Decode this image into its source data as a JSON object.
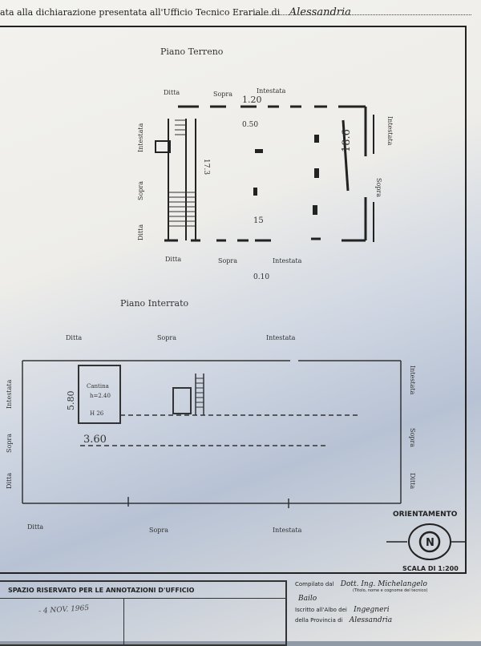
{
  "header": {
    "prefix": "ata alla dichiarazione presentata all'Ufficio Tecnico Erariale di",
    "city": "Alessandria"
  },
  "plan": {
    "ground_floor_title": "Piano Terreno",
    "basement_title": "Piano Interrato",
    "ground": {
      "ditta_left_top": "Ditta",
      "sopra_top": "Sopra",
      "intestata_top": "Intestata",
      "intestata_left": "Intestata",
      "sopra_left": "Sopra",
      "ditta_left": "Ditta",
      "intestata_right": "Intestata",
      "sopra_right": "Sopra",
      "ditta_bottom": "Ditta",
      "sopra_bottom": "Sopra",
      "intestata_bottom": "Intestata",
      "dim_top": "1.20",
      "dim_top2": "0.50",
      "dim_stairs": "17.3",
      "dim_right": "18.6",
      "dim_mid": "15",
      "dim_bottom": "0.10"
    },
    "basement": {
      "ditta_top": "Ditta",
      "sopra_top": "Sopra",
      "intestata_top": "Intestata",
      "ditta_bottom": "Ditta",
      "sopra_bottom": "Sopra",
      "intestata_bottom": "Intestata",
      "ditta_left": "Ditta",
      "sopra_left": "Sopra",
      "intestata_left": "Intestata",
      "intestata_right": "Intestata",
      "sopra_right": "Sopra",
      "ditta_right": "Ditta",
      "cantina_label": "Cantina",
      "cantina_height": "h=2.40",
      "cantina_area": "H 26",
      "dim_vertical": "5.80",
      "dim_horizontal": "3.60"
    }
  },
  "orientation": {
    "label": "ORIENTAMENTO",
    "letter": "N"
  },
  "scale": {
    "label": "SCALA DI 1:200"
  },
  "footer": {
    "office_box_title": "SPAZIO RISERVATO PER LE ANNOTAZIONI D'UFFICIO",
    "stamp_date": "- 4 NOV. 1965",
    "compiled_by_label": "Compilato dal",
    "compiled_by_name": "Dott. Ing. Michelangelo",
    "compiled_by_sub": "(Titolo, nome e cognome del tecnico)",
    "compiled_by_surname": "Bailo",
    "register_label": "Iscritto all'Albo dei",
    "register_value": "Ingegneri",
    "province_label": "della Provincia di",
    "province_value": "Alessandria"
  }
}
